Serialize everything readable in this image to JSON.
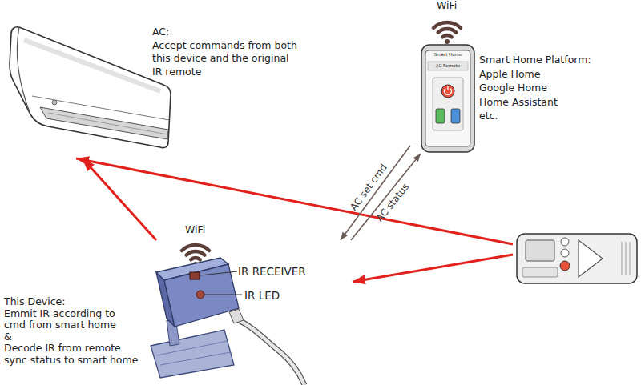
{
  "diagram": {
    "nodes": [
      {
        "text": [
          "AC:",
          "Accept commands from both this device and the original IR remote"
        ]
      },
      {
        "text": [
          "Smart Home Platform:",
          "Apple Home Google Home Home Assistant etc."
        ]
      },
      {
        "text": []
      },
      {
        "text": [
          "This Device:",
          "Emmit IR according to cmd from smart home",
          "&",
          "Decode IR from remote sync status to smart home"
        ]
      }
    ],
    "edges": [
      {
        "from": 2,
        "to": 0,
        "arrow": "to"
      },
      {
        "from": 2,
        "to": 3,
        "arrow": "to"
      },
      {
        "from": 3,
        "to": 0,
        "arrow": "to"
      },
      {
        "from": 1,
        "to": 3,
        "label": "AC set cmd",
        "arrow": "to"
      },
      {
        "from": 3,
        "to": 1,
        "label": "AC status",
        "arrow": "to"
      }
    ],
    "labels": [
      "WiFi",
      "Smart Home",
      "AC Remote",
      "WiFi",
      "IR RECEIVER",
      "IR LED"
    ]
  }
}
